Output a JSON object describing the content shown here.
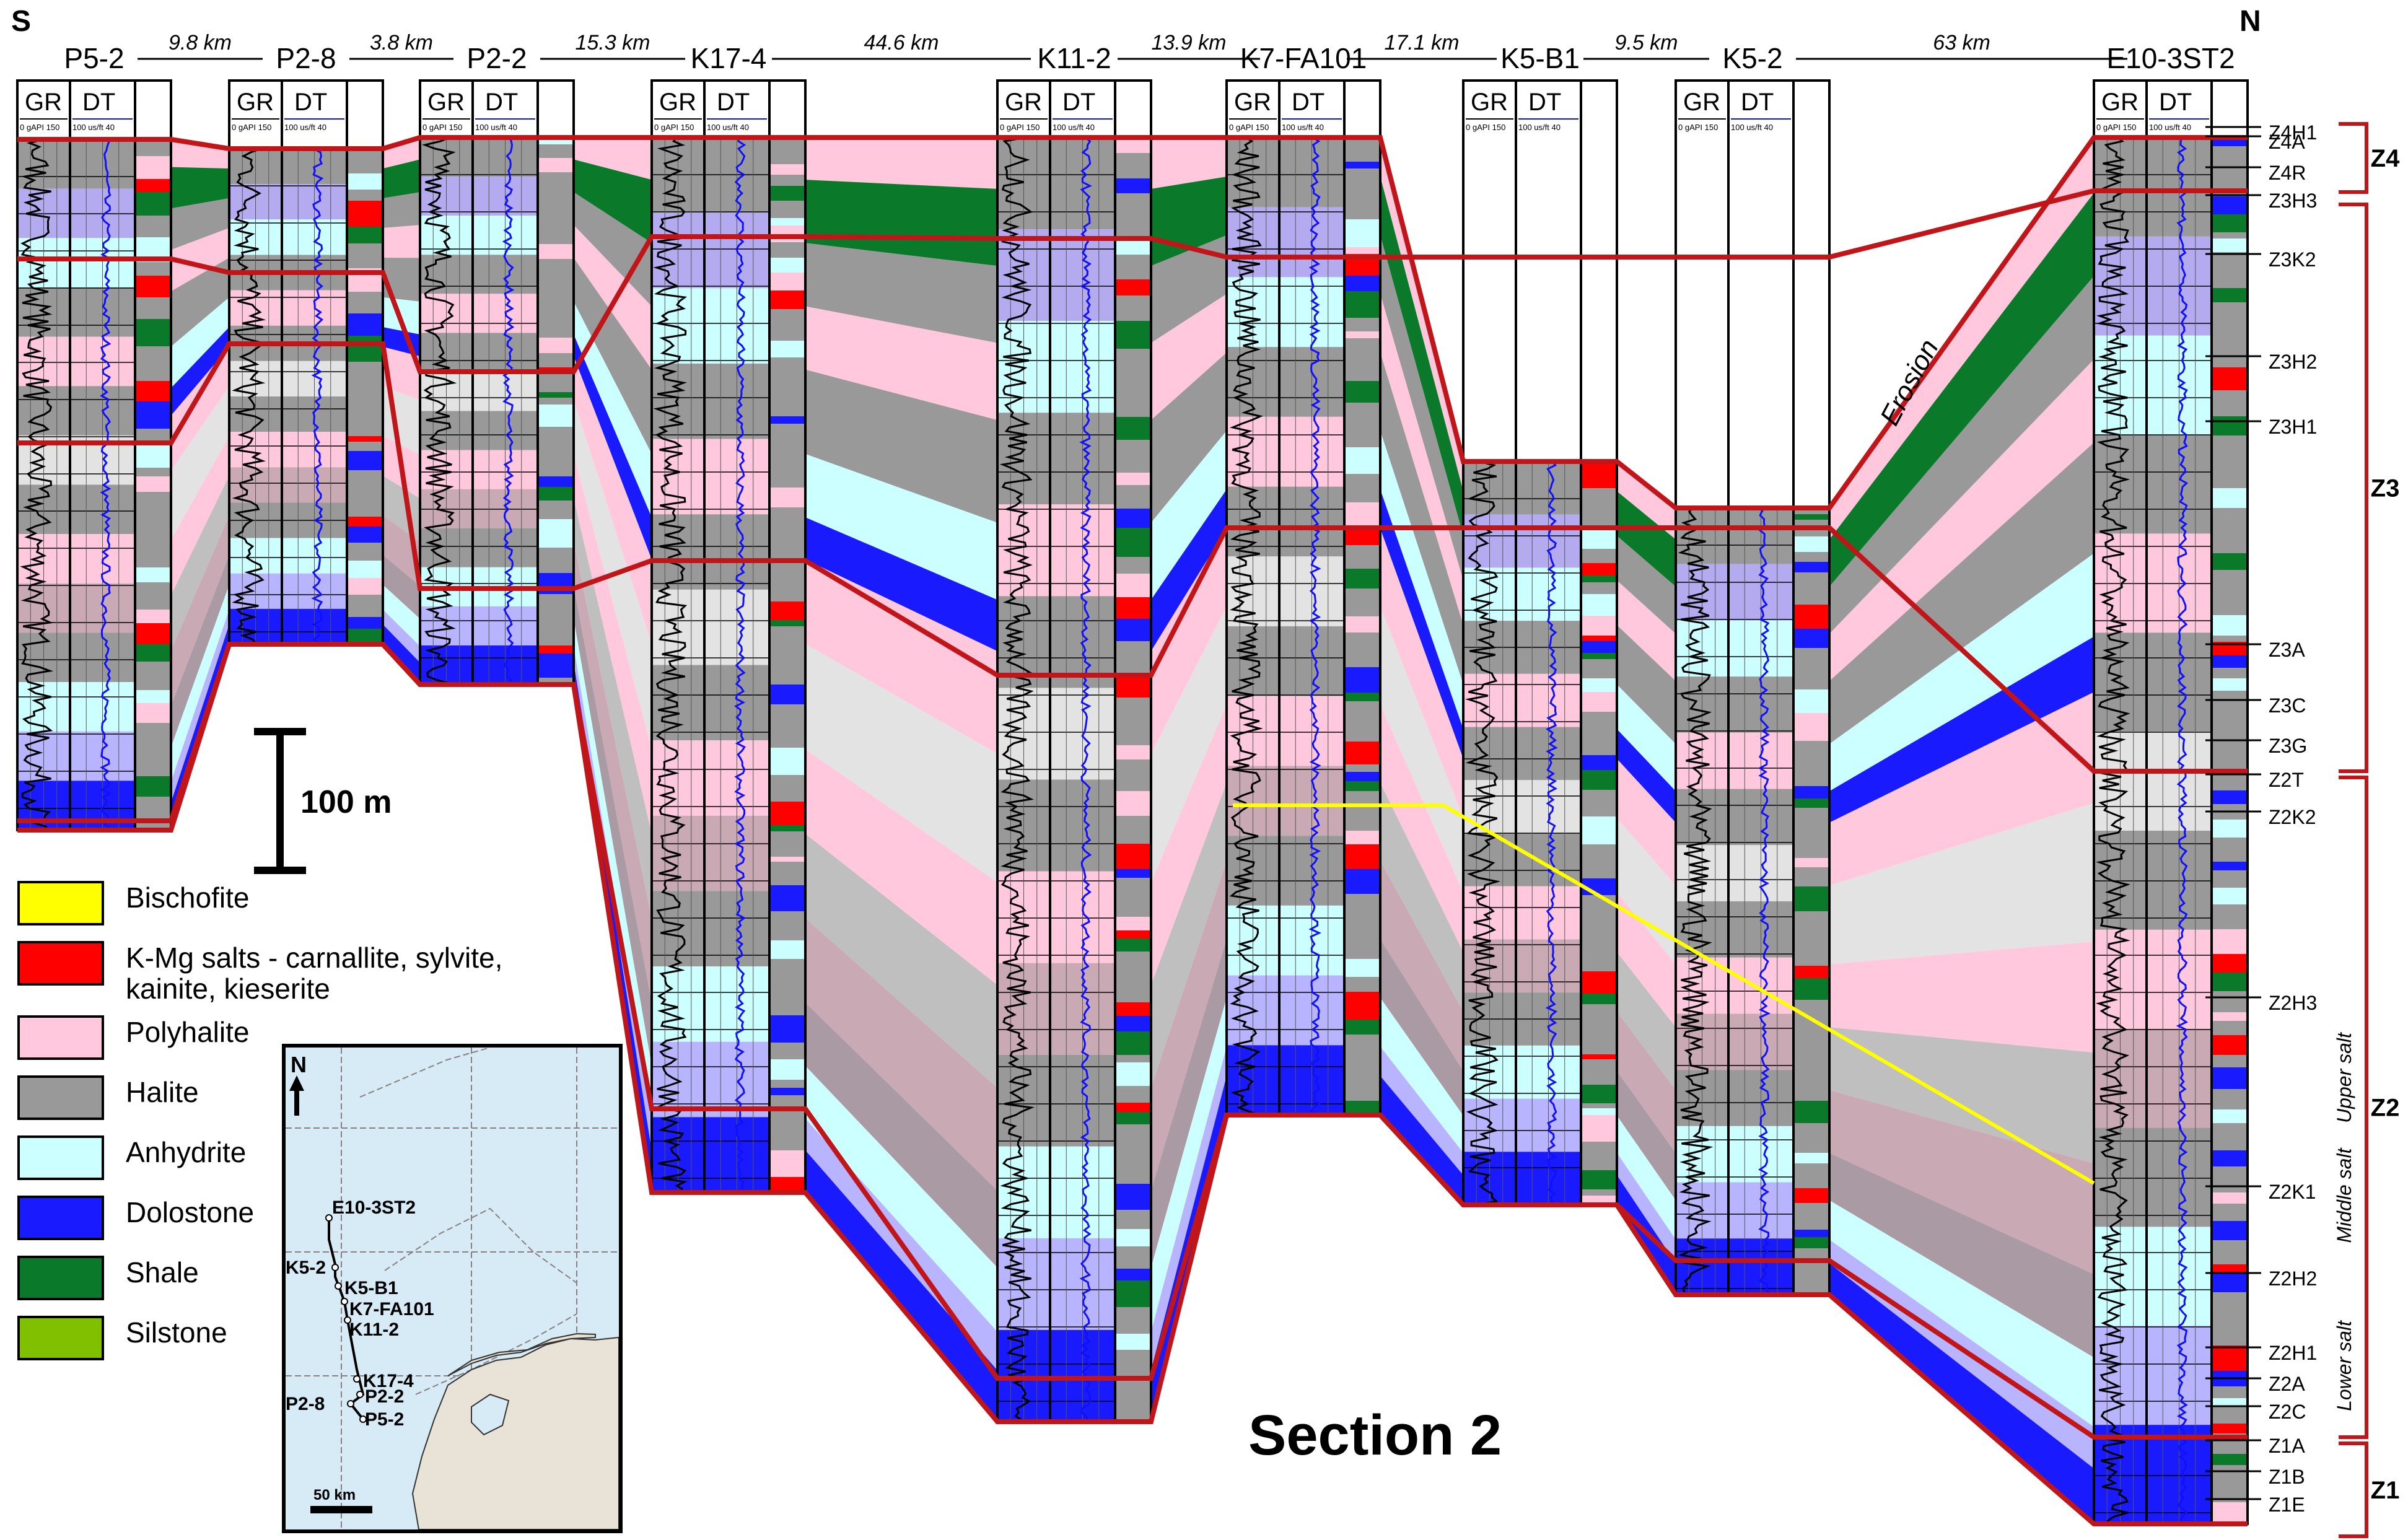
{
  "figure": {
    "south_label": "S",
    "north_label": "N",
    "title": "Section 2",
    "erosion_label": "Erosion",
    "scale_label": "100 m",
    "log_headers": {
      "gr": "GR",
      "dt": "DT"
    },
    "log_scales": {
      "gr": "0  gAPI  150",
      "dt": "100  us/ft  40"
    }
  },
  "wells": [
    {
      "name": "P5-2"
    },
    {
      "name": "P2-8"
    },
    {
      "name": "P2-2"
    },
    {
      "name": "K17-4"
    },
    {
      "name": "K11-2"
    },
    {
      "name": "K7-FA101"
    },
    {
      "name": "K5-B1"
    },
    {
      "name": "K5-2"
    },
    {
      "name": "E10-3ST2"
    }
  ],
  "distances": [
    "9.8 km",
    "3.8 km",
    "15.3 km",
    "44.6 km",
    "13.9 km",
    "17.1 km",
    "9.5 km",
    "63 km"
  ],
  "legend": [
    {
      "label": "Bischofite",
      "color": "#ffff00"
    },
    {
      "label": "K-Mg salts - carnallite, sylvite, kainite, kieserite",
      "color": "#ff0000"
    },
    {
      "label": "Polyhalite",
      "color": "#ffc8dc"
    },
    {
      "label": "Halite",
      "color": "#999999"
    },
    {
      "label": "Anhydrite",
      "color": "#ccffff"
    },
    {
      "label": "Dolostone",
      "color": "#1a1aff"
    },
    {
      "label": "Shale",
      "color": "#0a7a2a"
    },
    {
      "label": "Silstone",
      "color": "#80c000"
    }
  ],
  "units": [
    "Z4H1",
    "Z4A",
    "Z4R",
    "Z3H3",
    "Z3K2",
    "Z3H2",
    "Z3H1",
    "Z3A",
    "Z3C",
    "Z3G",
    "Z2T",
    "Z2K2",
    "Z2H3",
    "Z2K1",
    "Z2H2",
    "Z2H1",
    "Z2A",
    "Z2C",
    "Z1A",
    "Z1B",
    "Z1E"
  ],
  "groups": [
    "Z4",
    "Z3",
    "Z2",
    "Z1"
  ],
  "salt_subdivisions": [
    "Upper salt",
    "Middle salt",
    "Lower salt"
  ],
  "inset": {
    "north": "N",
    "scale": "50 km",
    "wells": [
      "E10-3ST2",
      "K5-2",
      "K5-B1",
      "K7-FA101",
      "K11-2",
      "K17-4",
      "P2-8",
      "P2-2",
      "P5-2"
    ]
  },
  "colors": {
    "boundary": "#c0161a",
    "gr_curve": "#000000",
    "dt_curve": "#1010ff"
  }
}
